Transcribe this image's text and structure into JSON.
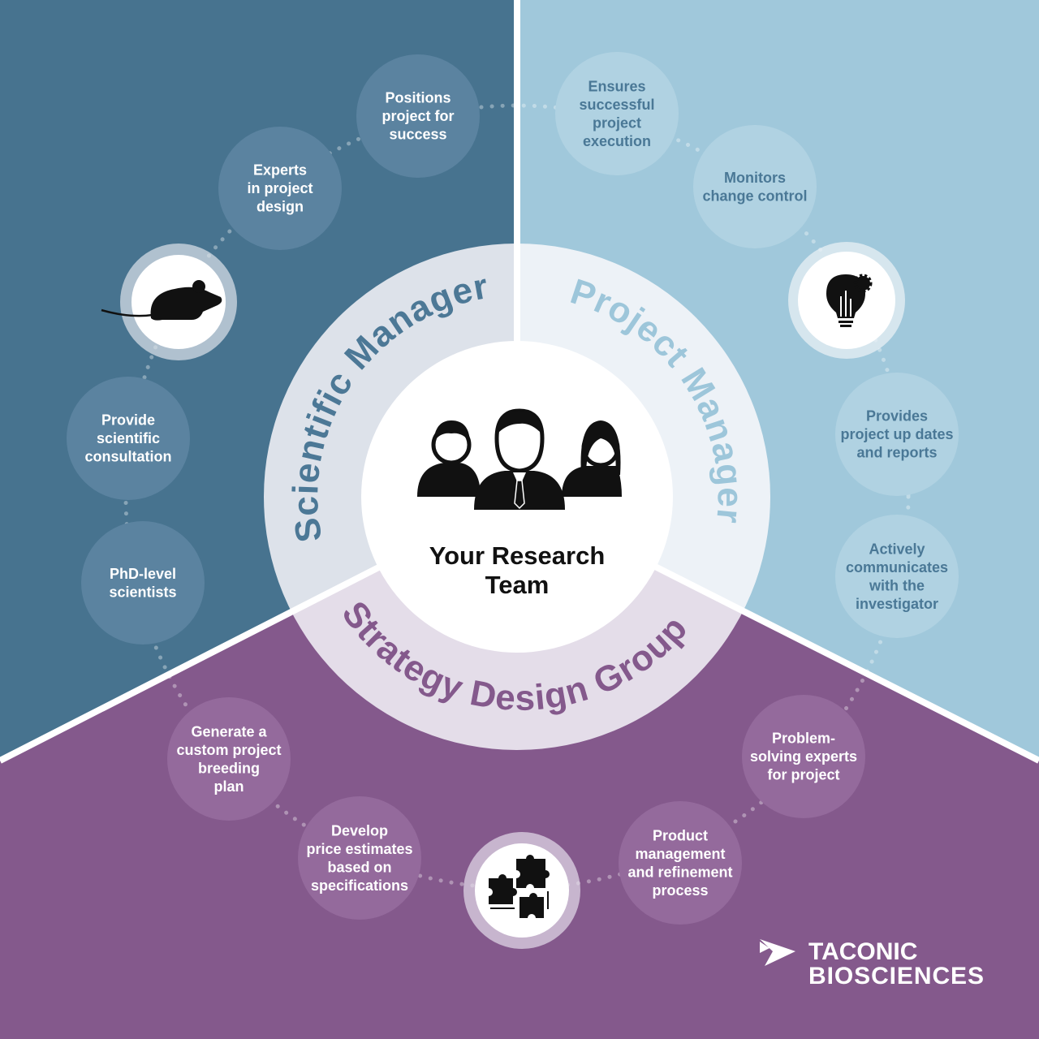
{
  "colors": {
    "scientific_bg": "#47738f",
    "project_bg": "#a0c8db",
    "strategy_bg": "#84598c",
    "scientific_ring": "#dde2ea",
    "project_ring": "#edf2f7",
    "strategy_ring": "#e4dde9",
    "scientific_text": "#4c7896",
    "project_text": "#9dc6da",
    "strategy_text": "#84598c"
  },
  "center": {
    "line1": "Your Research",
    "line2": "Team",
    "icon": "team-icon"
  },
  "sections": {
    "scientific": {
      "title": "Scientific Manager",
      "icon": "mouse-icon"
    },
    "project": {
      "title": "Project Manager",
      "icon": "lightbulb-gear-icon"
    },
    "strategy": {
      "title": "Strategy Design Group",
      "icon": "puzzle-icon"
    }
  },
  "bubbles": {
    "positions": [
      "Positions",
      "project for",
      "success"
    ],
    "experts": [
      "Experts",
      "in project",
      "design"
    ],
    "consultation": [
      "Provide",
      "scientific",
      "consultation"
    ],
    "phd": [
      "PhD-level",
      "scientists"
    ],
    "ensures": [
      "Ensures",
      "successful",
      "project",
      "execution"
    ],
    "monitors": [
      "Monitors",
      "change control"
    ],
    "updates": [
      "Provides",
      "project up dates",
      "and reports"
    ],
    "communicates": [
      "Actively",
      "communicates",
      "with the",
      "investigator"
    ],
    "breeding": [
      "Generate a",
      "custom project",
      "breeding",
      "plan"
    ],
    "price": [
      "Develop",
      "price estimates",
      "based on",
      "specifications"
    ],
    "product": [
      "Product",
      "management",
      "and refinement",
      "process"
    ],
    "problem": [
      "Problem-",
      "solving experts",
      "for project"
    ]
  },
  "logo": {
    "line1": "TACONIC",
    "line2": "BIOSCIENCES"
  }
}
